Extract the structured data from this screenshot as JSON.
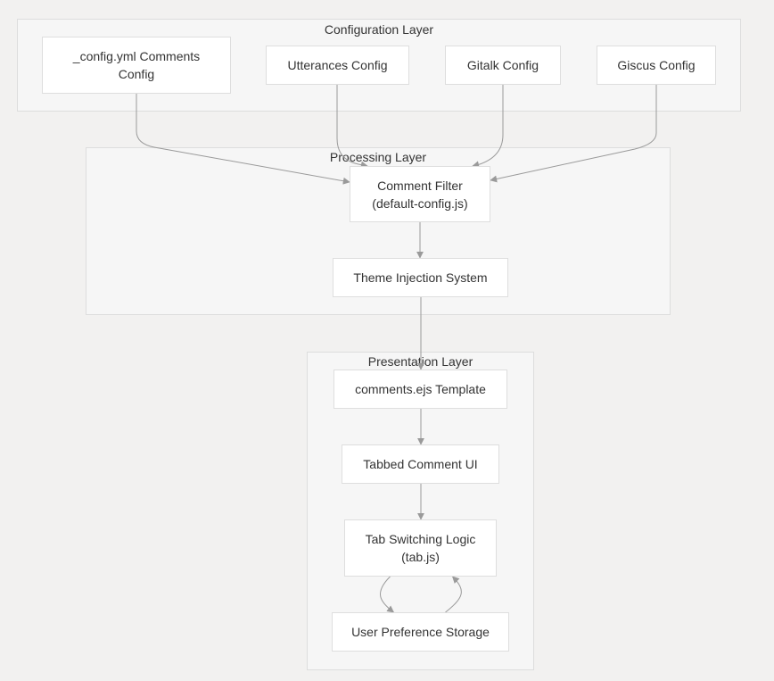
{
  "diagram": {
    "clusters": [
      {
        "id": "configuration-layer",
        "label": "Configuration Layer"
      },
      {
        "id": "processing-layer",
        "label": "Processing Layer"
      },
      {
        "id": "presentation-layer",
        "label": "Presentation Layer"
      }
    ],
    "nodes": [
      {
        "id": "config-yml",
        "label": "_config.yml Comments\nConfig"
      },
      {
        "id": "utterances-config",
        "label": "Utterances Config"
      },
      {
        "id": "gitalk-config",
        "label": "Gitalk Config"
      },
      {
        "id": "giscus-config",
        "label": "Giscus Config"
      },
      {
        "id": "comment-filter",
        "label": "Comment Filter\n(default-config.js)"
      },
      {
        "id": "theme-injection",
        "label": "Theme Injection System"
      },
      {
        "id": "comments-template",
        "label": "comments.ejs Template"
      },
      {
        "id": "tabbed-ui",
        "label": "Tabbed Comment UI"
      },
      {
        "id": "tab-switching",
        "label": "Tab Switching Logic\n(tab.js)"
      },
      {
        "id": "user-preference",
        "label": "User Preference Storage"
      }
    ],
    "edges": [
      {
        "from": "config-yml",
        "to": "comment-filter"
      },
      {
        "from": "utterances-config",
        "to": "comment-filter"
      },
      {
        "from": "gitalk-config",
        "to": "comment-filter"
      },
      {
        "from": "giscus-config",
        "to": "comment-filter"
      },
      {
        "from": "comment-filter",
        "to": "theme-injection"
      },
      {
        "from": "theme-injection",
        "to": "comments-template"
      },
      {
        "from": "comments-template",
        "to": "tabbed-ui"
      },
      {
        "from": "tabbed-ui",
        "to": "tab-switching"
      },
      {
        "from": "tab-switching",
        "to": "user-preference"
      },
      {
        "from": "user-preference",
        "to": "tab-switching"
      }
    ],
    "colors": {
      "background": "#f2f1f0",
      "cluster_fill": "#f6f6f6",
      "cluster_border": "#dddddd",
      "node_fill": "#ffffff",
      "node_border": "#dedede",
      "edge": "#9a9a9a",
      "text": "#333333"
    }
  }
}
